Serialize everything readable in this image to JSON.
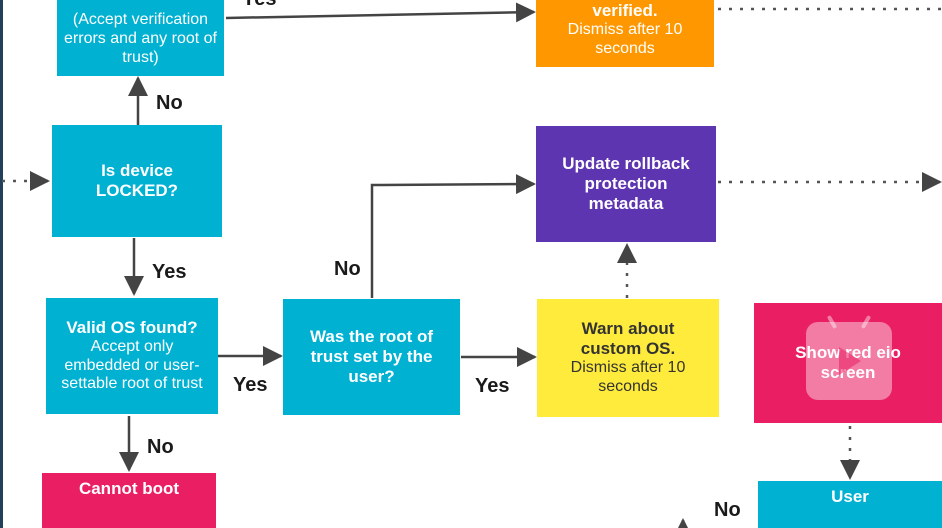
{
  "nodes": {
    "accept_any": {
      "text": "(Accept verification errors and any root of trust)"
    },
    "verified": {
      "title": "verified.",
      "text": "Dismiss after 10 seconds"
    },
    "is_locked": {
      "title": "Is device LOCKED?"
    },
    "update_rollback": {
      "title": "Update rollback protection metadata"
    },
    "valid_os": {
      "title": "Valid OS found?",
      "text": "Accept only embedded or user-settable root of trust"
    },
    "root_of_trust": {
      "title": "Was the root of trust set by the user?"
    },
    "warn_custom": {
      "title": "Warn about custom OS.",
      "text": "Dismiss after 10 seconds"
    },
    "show_red": {
      "title": "Show red eio screen"
    },
    "cannot_boot": {
      "title": "Cannot boot"
    },
    "user": {
      "title": "User"
    }
  },
  "edge_labels": {
    "top_yes": "Yes",
    "locked_no": "No",
    "locked_yes": "Yes",
    "root_no": "No",
    "valid_yes": "Yes",
    "root_yes": "Yes",
    "valid_no": "No",
    "bottom_no": "No"
  },
  "colors": {
    "decision": "#00b1d2",
    "success": "#ff9800",
    "rollback": "#5e35b1",
    "warning": "#ffeb3b",
    "error": "#e91e63"
  },
  "icons": {
    "overlay": "video-badge-icon"
  }
}
